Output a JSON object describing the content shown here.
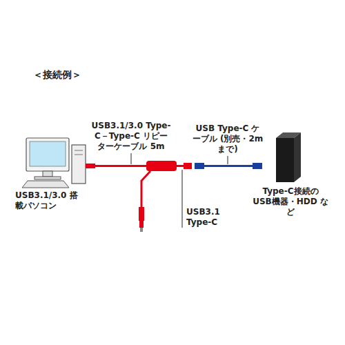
{
  "diagram": {
    "title": "＜接続例＞",
    "nodes": [
      {
        "text": [
          "USB3.1/3.0 搭載パソコン"
        ]
      },
      {
        "text": [
          "Type-C接続の USB機器・HDD など"
        ]
      }
    ],
    "labels": [
      "USB3.1/3.0 Type-C－Type-C リピーターケーブル 5m",
      "USB Type-C ケーブル (別売・2mまで)",
      "USB3.1 Type-C"
    ]
  }
}
